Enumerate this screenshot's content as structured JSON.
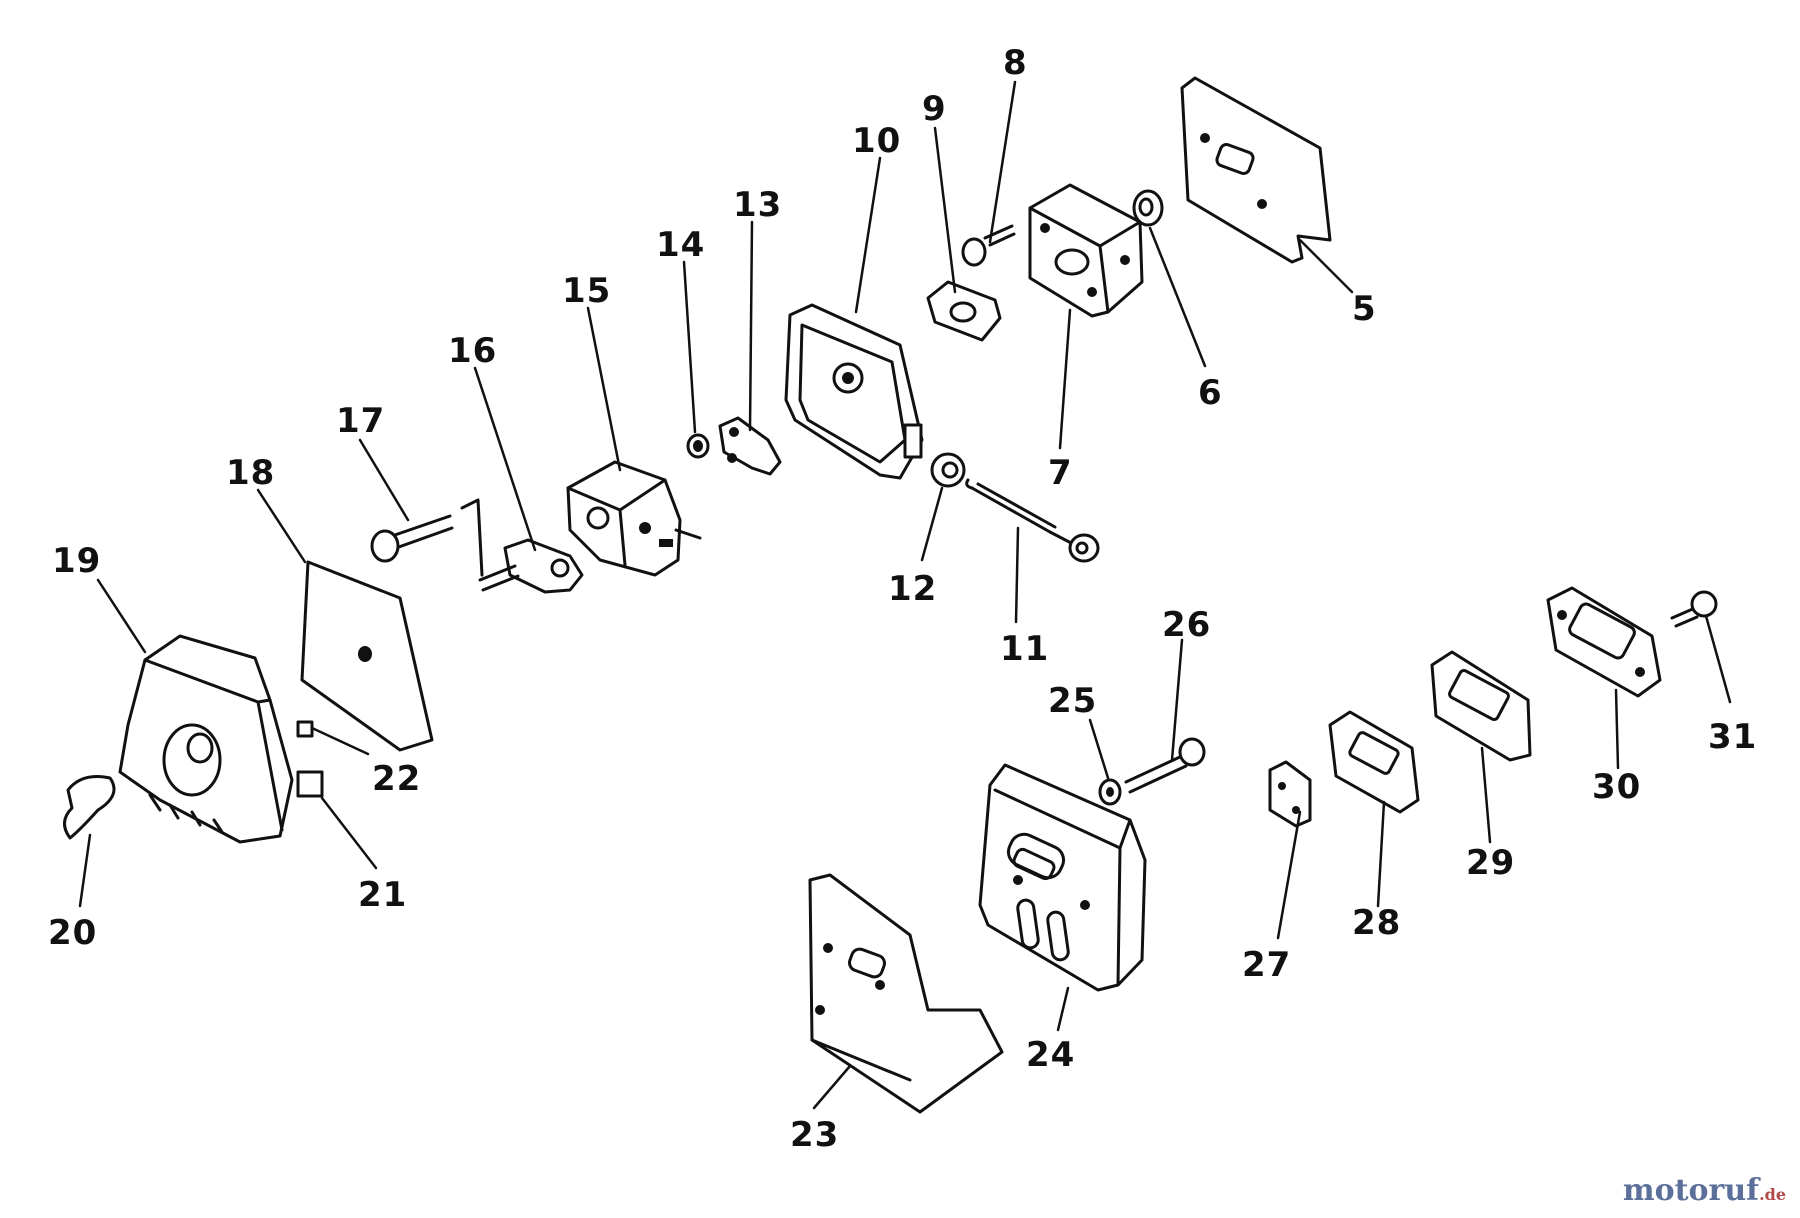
{
  "callouts": [
    {
      "id": "5",
      "label": "5"
    },
    {
      "id": "6",
      "label": "6"
    },
    {
      "id": "7",
      "label": "7"
    },
    {
      "id": "8",
      "label": "8"
    },
    {
      "id": "9",
      "label": "9"
    },
    {
      "id": "10",
      "label": "10"
    },
    {
      "id": "11",
      "label": "11"
    },
    {
      "id": "12",
      "label": "12"
    },
    {
      "id": "13",
      "label": "13"
    },
    {
      "id": "14",
      "label": "14"
    },
    {
      "id": "15",
      "label": "15"
    },
    {
      "id": "16",
      "label": "16"
    },
    {
      "id": "17",
      "label": "17"
    },
    {
      "id": "18",
      "label": "18"
    },
    {
      "id": "19",
      "label": "19"
    },
    {
      "id": "20",
      "label": "20"
    },
    {
      "id": "21",
      "label": "21"
    },
    {
      "id": "22",
      "label": "22"
    },
    {
      "id": "23",
      "label": "23"
    },
    {
      "id": "24",
      "label": "24"
    },
    {
      "id": "25",
      "label": "25"
    },
    {
      "id": "26",
      "label": "26"
    },
    {
      "id": "27",
      "label": "27"
    },
    {
      "id": "28",
      "label": "28"
    },
    {
      "id": "29",
      "label": "29"
    },
    {
      "id": "30",
      "label": "30"
    },
    {
      "id": "31",
      "label": "31"
    }
  ],
  "watermark": {
    "main": "motoruf",
    "sub": ".de"
  },
  "colors": {
    "line": "#111111",
    "background": "#ffffff",
    "watermark_main": "#5b6f9a",
    "watermark_sub": "#b04848"
  }
}
